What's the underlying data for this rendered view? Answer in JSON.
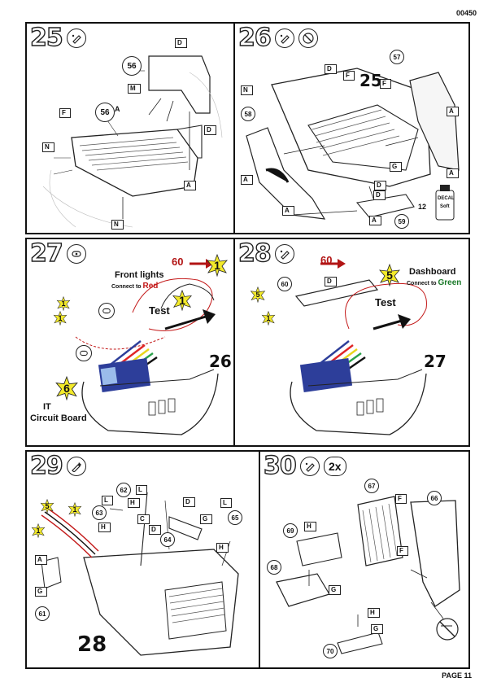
{
  "header": {
    "code": "00450"
  },
  "footer": {
    "page": "PAGE 11"
  },
  "steps": {
    "s25": {
      "num": "25",
      "callouts": [
        "56",
        "56"
      ],
      "callout_a_suffix": "A",
      "tags": [
        "D",
        "M",
        "F",
        "N",
        "D",
        "A",
        "N"
      ]
    },
    "s26": {
      "num": "26",
      "ref": "25",
      "callouts": [
        "57",
        "58",
        "59",
        "12"
      ],
      "decal": "DECAL",
      "decal_sub": "Soft",
      "tags": [
        "F",
        "F",
        "N",
        "D",
        "A",
        "A",
        "D",
        "G",
        "D",
        "A",
        "A",
        "A"
      ]
    },
    "s27": {
      "num": "27",
      "arrow_num": "60",
      "stars": [
        "1",
        "1",
        "1",
        "1",
        "6"
      ],
      "front_lights": "Front lights",
      "connect_to": "Connect to",
      "connect_color": "Red",
      "test": "Test",
      "ref": "26",
      "it": "IT",
      "circuit_board": "Circuit Board"
    },
    "s28": {
      "num": "28",
      "arrow_num": "60",
      "callouts": [
        "60"
      ],
      "stars": [
        "5",
        "5",
        "1"
      ],
      "dashboard": "Dashboard",
      "connect_to": "Connect to",
      "connect_color": "Green",
      "test": "Test",
      "ref": "27",
      "tags": [
        "D"
      ]
    },
    "s29": {
      "num": "29",
      "callouts": [
        "62",
        "63",
        "64",
        "65",
        "61"
      ],
      "stars": [
        "5",
        "1",
        "1"
      ],
      "ref": "28",
      "tags": [
        "L",
        "L",
        "H",
        "D",
        "H",
        "C",
        "D",
        "G",
        "L",
        "H",
        "A",
        "G"
      ]
    },
    "s30": {
      "num": "30",
      "qty": "2x",
      "callouts": [
        "67",
        "66",
        "69",
        "68",
        "70"
      ],
      "tags": [
        "F",
        "H",
        "F",
        "G",
        "H",
        "G"
      ]
    }
  },
  "colors": {
    "red": "#c31818",
    "green": "#1b7a2a",
    "star": "#f3ea2a",
    "wiring_blue": "#2d3e9a"
  }
}
